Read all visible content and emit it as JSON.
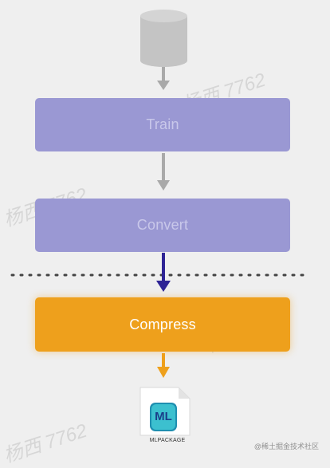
{
  "pipeline": {
    "steps": [
      {
        "label": "Train"
      },
      {
        "label": "Convert"
      },
      {
        "label": "Compress"
      }
    ],
    "output": {
      "file_label": "MLPACKAGE",
      "icon_text": "ML"
    }
  },
  "watermarks": [
    "杨西 7762",
    "杨西 7762",
    "杨西 7762",
    "杨西 7762"
  ],
  "credit": "@稀土掘金技术社区",
  "colors": {
    "background": "#efefef",
    "inactive_box": "#9a98d3",
    "active_box": "#eea01c",
    "gray_arrow": "#a9a9a9",
    "blue_arrow": "#2e2495",
    "orange_arrow": "#eea01c"
  }
}
